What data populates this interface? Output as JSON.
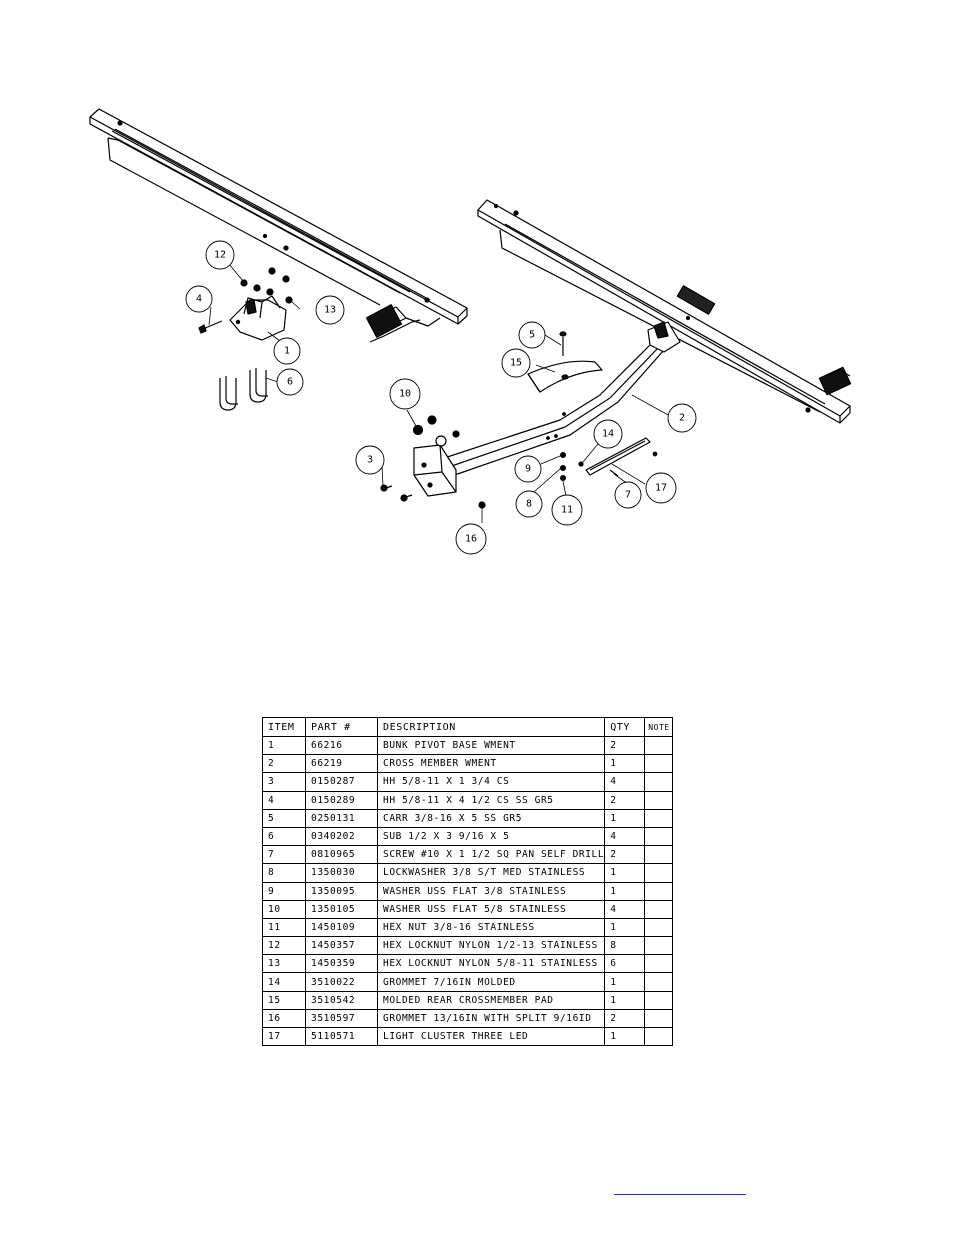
{
  "callouts": {
    "c1": "1",
    "c2": "2",
    "c3": "3",
    "c4": "4",
    "c5": "5",
    "c6": "6",
    "c7": "7",
    "c8": "8",
    "c9": "9",
    "c10": "10",
    "c11": "11",
    "c12": "12",
    "c13": "13",
    "c14": "14",
    "c15": "15",
    "c16": "16",
    "c17": "17"
  },
  "table": {
    "headers": [
      "ITEM",
      "PART #",
      "DESCRIPTION",
      "QTY",
      "NOTE"
    ],
    "rows": [
      {
        "item": "1",
        "part": "66216",
        "desc": "BUNK PIVOT BASE WMENT",
        "qty": "2",
        "note": ""
      },
      {
        "item": "2",
        "part": "66219",
        "desc": "CROSS MEMBER WMENT",
        "qty": "1",
        "note": ""
      },
      {
        "item": "3",
        "part": "0150287",
        "desc": "HH 5/8-11 X 1 3/4 CS",
        "qty": "4",
        "note": ""
      },
      {
        "item": "4",
        "part": "0150289",
        "desc": "HH 5/8-11 X 4 1/2 CS SS GR5",
        "qty": "2",
        "note": ""
      },
      {
        "item": "5",
        "part": "0250131",
        "desc": "CARR 3/8-16 X 5 SS GR5",
        "qty": "1",
        "note": ""
      },
      {
        "item": "6",
        "part": "0340202",
        "desc": "SUB 1/2 X 3 9/16 X 5",
        "qty": "4",
        "note": ""
      },
      {
        "item": "7",
        "part": "0810965",
        "desc": "SCREW #10 X 1 1/2 SQ PAN SELF DRILL",
        "qty": "2",
        "note": ""
      },
      {
        "item": "8",
        "part": "1350030",
        "desc": "LOCKWASHER 3/8 S/T MED STAINLESS",
        "qty": "1",
        "note": ""
      },
      {
        "item": "9",
        "part": "1350095",
        "desc": "WASHER USS FLAT 3/8 STAINLESS",
        "qty": "1",
        "note": ""
      },
      {
        "item": "10",
        "part": "1350105",
        "desc": "WASHER USS FLAT 5/8 STAINLESS",
        "qty": "4",
        "note": ""
      },
      {
        "item": "11",
        "part": "1450109",
        "desc": "HEX NUT 3/8-16 STAINLESS",
        "qty": "1",
        "note": ""
      },
      {
        "item": "12",
        "part": "1450357",
        "desc": "HEX LOCKNUT NYLON 1/2-13 STAINLESS",
        "qty": "8",
        "note": ""
      },
      {
        "item": "13",
        "part": "1450359",
        "desc": "HEX LOCKNUT NYLON 5/8-11 STAINLESS",
        "qty": "6",
        "note": ""
      },
      {
        "item": "14",
        "part": "3510022",
        "desc": "GROMMET  7/16IN MOLDED",
        "qty": "1",
        "note": ""
      },
      {
        "item": "15",
        "part": "3510542",
        "desc": "MOLDED REAR CROSSMEMBER PAD",
        "qty": "1",
        "note": ""
      },
      {
        "item": "16",
        "part": "3510597",
        "desc": "GROMMET 13/16IN  WITH SPLIT 9/16ID",
        "qty": "2",
        "note": ""
      },
      {
        "item": "17",
        "part": "5110571",
        "desc": "LIGHT CLUSTER THREE LED",
        "qty": "1",
        "note": ""
      }
    ]
  }
}
